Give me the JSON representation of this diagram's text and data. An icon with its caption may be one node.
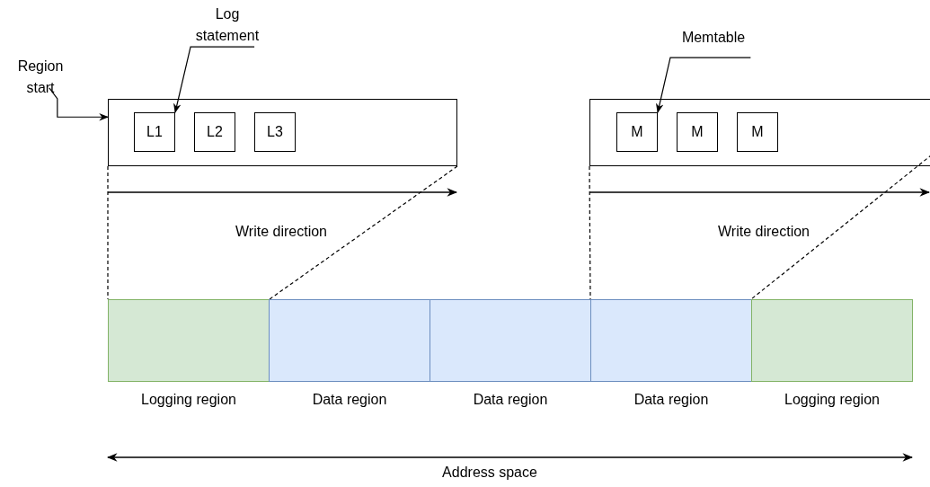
{
  "diagram": {
    "nodes": [
      {
        "text": [],
        "shape": "box"
      },
      {
        "text": [
          "L1"
        ],
        "in": 0
      },
      {
        "text": [
          "L2"
        ],
        "in": 0
      },
      {
        "text": [
          "L3"
        ],
        "in": 0
      },
      {
        "text": [],
        "shape": "box"
      },
      {
        "text": [
          "M"
        ],
        "in": 4
      },
      {
        "text": [
          "M"
        ],
        "in": 4
      },
      {
        "text": [
          "M"
        ],
        "in": 4
      },
      {
        "text": [
          "Region start"
        ]
      },
      {
        "text": [
          "Log statement"
        ]
      },
      {
        "text": [
          "Memtable"
        ]
      },
      {
        "text": [],
        "shape": "box",
        "beside": [
          "Logging region"
        ]
      },
      {
        "text": [],
        "shape": "box",
        "beside": [
          "Data region"
        ]
      },
      {
        "text": [],
        "shape": "box",
        "beside": [
          "Data region"
        ]
      },
      {
        "text": [],
        "shape": "box",
        "beside": [
          "Data region"
        ]
      },
      {
        "text": [],
        "shape": "box",
        "beside": [
          "Logging region"
        ]
      }
    ],
    "edges": [
      {
        "from": 8,
        "to": 0,
        "arrow": "to"
      },
      {
        "from": 9,
        "to": 1,
        "arrow": "to"
      },
      {
        "from": 10,
        "to": 5,
        "arrow": "to"
      },
      {
        "from": 0,
        "to": 11,
        "arrow": "none",
        "style": "dashed"
      },
      {
        "from": 0,
        "to": 11,
        "arrow": "none",
        "style": "dashed"
      },
      {
        "from": 4,
        "to": 14,
        "arrow": "none",
        "style": "dashed"
      },
      {
        "from": 4,
        "to": 15,
        "arrow": "none",
        "style": "dashed"
      }
    ],
    "labels": [
      "Write direction",
      "Write direction",
      "Address space"
    ]
  }
}
